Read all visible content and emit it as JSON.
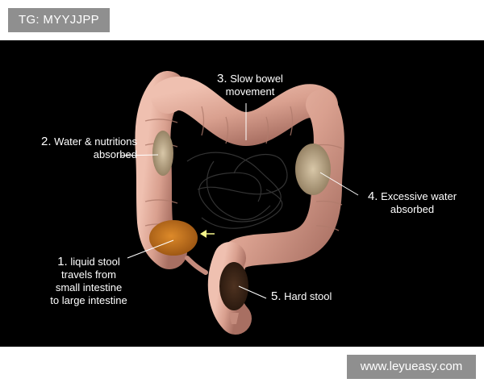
{
  "watermark_top": "TG: MYYJJPP",
  "watermark_bottom": "www.leyueasy.com",
  "labels": {
    "slow_bowel": {
      "number": "3.",
      "line1": "Slow bowel",
      "line2": "movement"
    },
    "water_nutrition": {
      "number": "2.",
      "line1": "Water & nutritions",
      "line2": "absorbed"
    },
    "excessive_water": {
      "number": "4.",
      "line1": "Excessive water",
      "line2": "absorbed"
    },
    "liquid_stool": {
      "number": "1.",
      "line1": "liquid stool",
      "line2": "travels from",
      "line3": "small intestine",
      "line4": "to large intestine"
    },
    "hard_stool": {
      "number": "5.",
      "line1": "Hard stool"
    }
  },
  "colors": {
    "background": "#000000",
    "colon": "#d9a08f",
    "liquid_stool": "#c9741f",
    "hard_stool": "#3a2417",
    "arrow": "#f5f58a"
  }
}
